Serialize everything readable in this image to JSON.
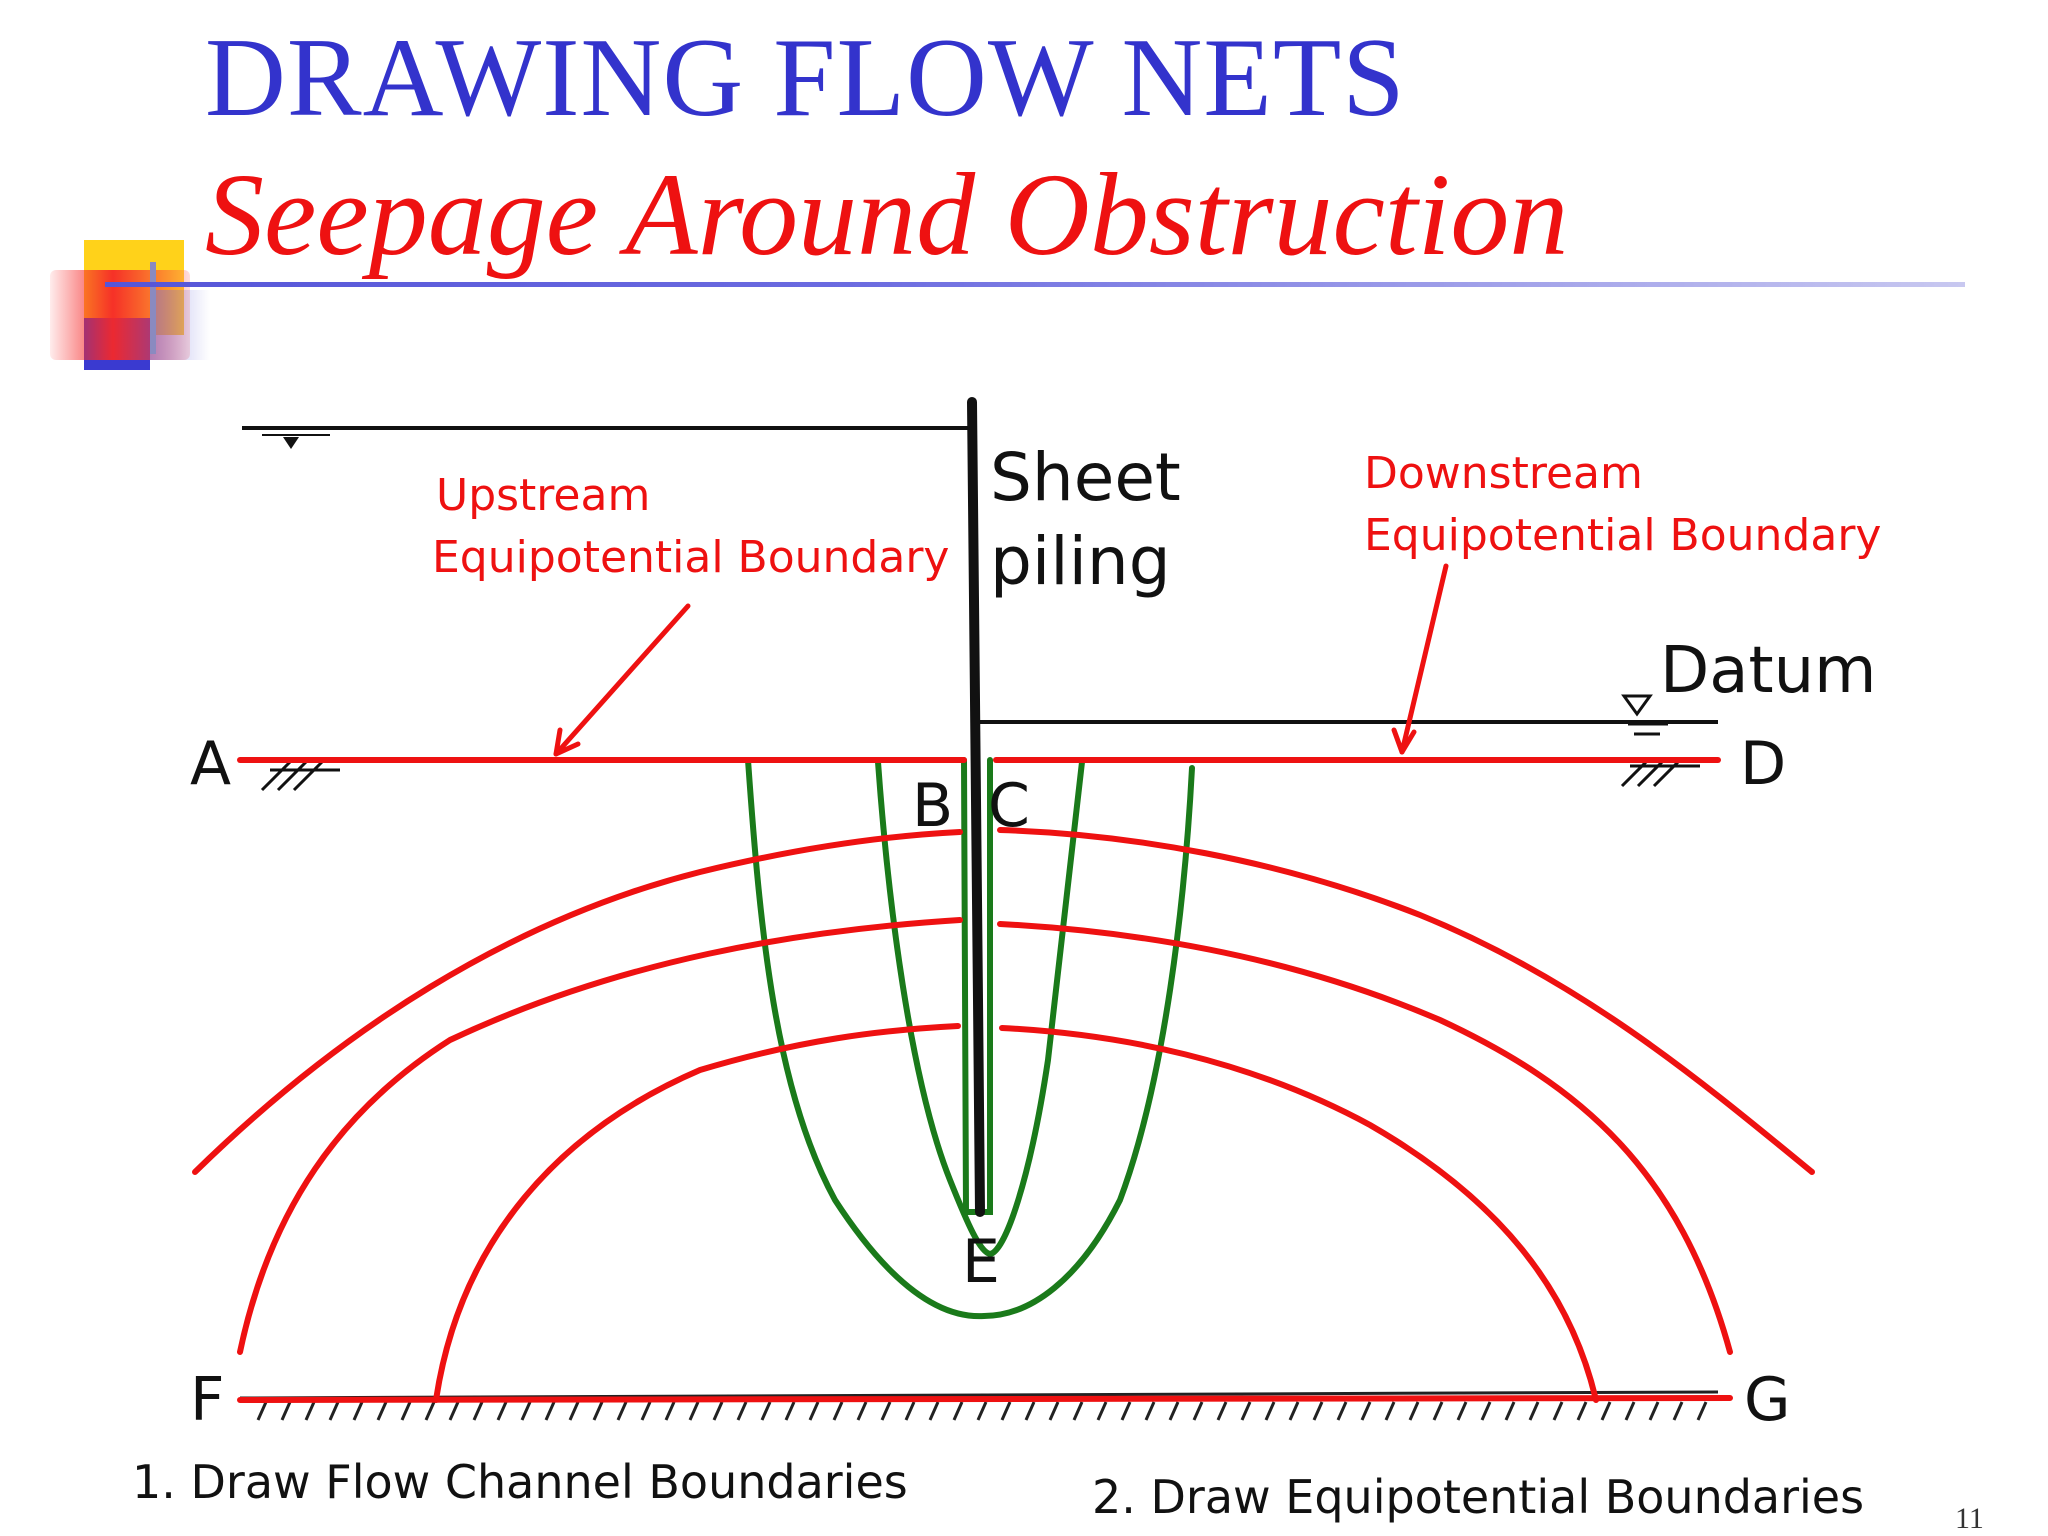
{
  "title": "DRAWING FLOW NETS",
  "subtitle": "Seepage Around Obstruction",
  "diagram": {
    "upstream_label_line1": "Upstream",
    "upstream_label_line2": "Equipotential Boundary",
    "sheet_label_line1": "Sheet",
    "sheet_label_line2": "piling",
    "downstream_label_line1": "Downstream",
    "downstream_label_line2": "Equipotential Boundary",
    "datum_label": "Datum",
    "point_a": "A",
    "point_b": "B",
    "point_c": "C",
    "point_d": "D",
    "point_e": "E",
    "point_f": "F",
    "point_g": "G"
  },
  "captions": {
    "step1": "1.  Draw Flow Channel Boundaries",
    "step2": "2.  Draw Equipotential Boundaries"
  },
  "page_number": "11",
  "colors": {
    "title": "#3333cc",
    "subtitle": "#ee1111",
    "equipotential": "#ee1111",
    "flow_line": "#1a7a1a",
    "structure": "#111111"
  }
}
